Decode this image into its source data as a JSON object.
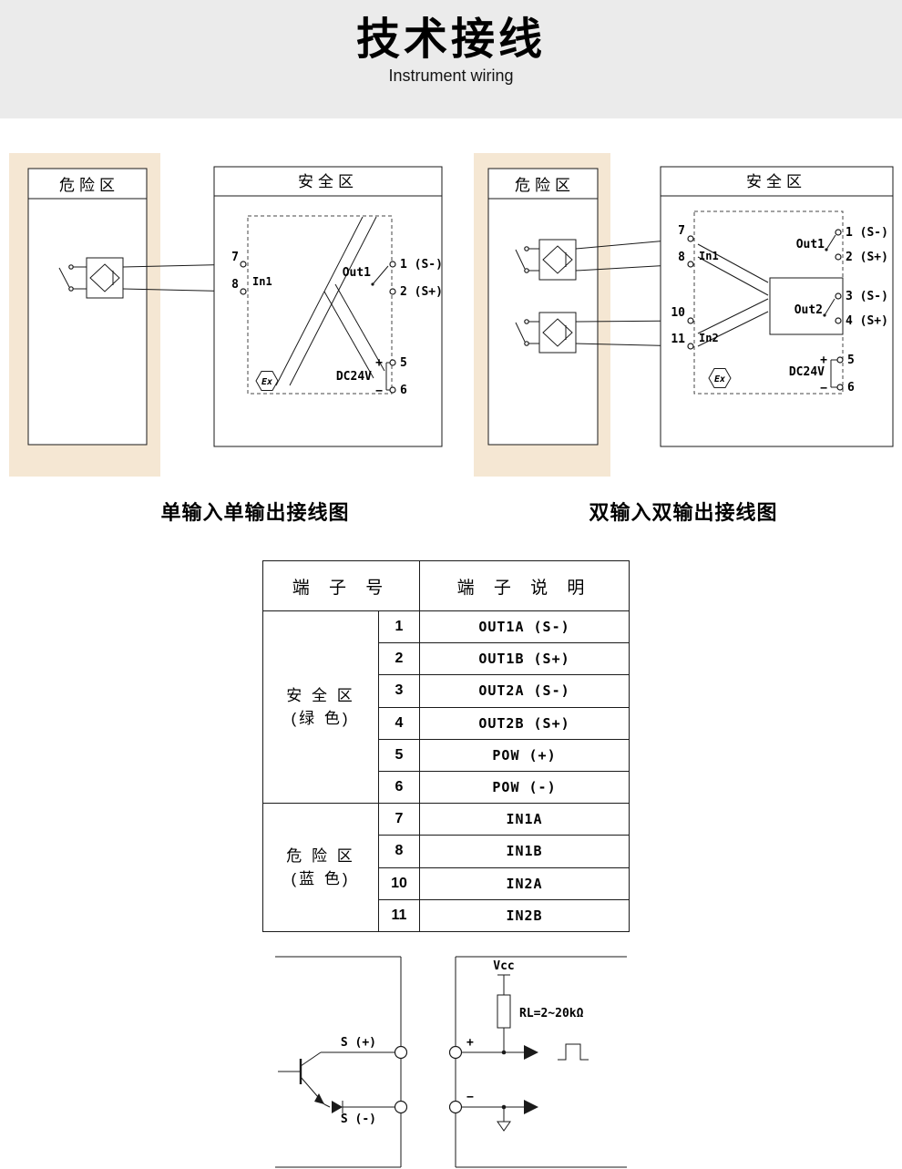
{
  "colors": {
    "header_bg": "#ebebeb",
    "hazard_bg": "#f5e7d3"
  },
  "header": {
    "title": "技术接线",
    "subtitle": "Instrument wiring"
  },
  "diagrams": {
    "single": {
      "caption": "单输入单输出接线图",
      "hazard_area": "危险区",
      "safe_area": "安全区",
      "t7": "7",
      "t8": "8",
      "in1": "In1",
      "out1": "Out1",
      "t1": "1 (S-)",
      "t2": "2 (S+)",
      "power": "DC24V",
      "plus": "+",
      "minus": "−",
      "t5": "5",
      "t6": "6",
      "ex": "Ex"
    },
    "dual": {
      "caption": "双输入双输出接线图",
      "hazard_area": "危险区",
      "safe_area": "安全区",
      "t7": "7",
      "t8": "8",
      "in1": "In1",
      "t10": "10",
      "t11": "11",
      "in2": "In2",
      "out1": "Out1",
      "t1": "1 (S-)",
      "t2": "2 (S+)",
      "out2": "Out2",
      "t3": "3 (S-)",
      "t4": "4 (S+)",
      "power": "DC24V",
      "plus": "+",
      "minus": "−",
      "t5": "5",
      "t6": "6",
      "ex": "Ex"
    }
  },
  "table": {
    "col1_header": "端 子 号",
    "col2_header": "端 子 说 明",
    "groups": [
      {
        "label_line1": "安 全 区",
        "label_line2": "(绿 色)",
        "rows": [
          {
            "no": "1",
            "desc": "OUT1A (S-)"
          },
          {
            "no": "2",
            "desc": "OUT1B (S+)"
          },
          {
            "no": "3",
            "desc": "OUT2A (S-)"
          },
          {
            "no": "4",
            "desc": "OUT2B (S+)"
          },
          {
            "no": "5",
            "desc": "POW (+)"
          },
          {
            "no": "6",
            "desc": "POW (-)"
          }
        ]
      },
      {
        "label_line1": "危 险 区",
        "label_line2": "(蓝 色)",
        "rows": [
          {
            "no": "7",
            "desc": "IN1A"
          },
          {
            "no": "8",
            "desc": "IN1B"
          },
          {
            "no": "10",
            "desc": "IN2A"
          },
          {
            "no": "11",
            "desc": "IN2B"
          }
        ]
      }
    ]
  },
  "schematic": {
    "s_plus": "S (+)",
    "s_minus": "S (-)",
    "vcc": "Vcc",
    "rl": "RL=2~20kΩ",
    "plus": "+",
    "minus": "−"
  }
}
